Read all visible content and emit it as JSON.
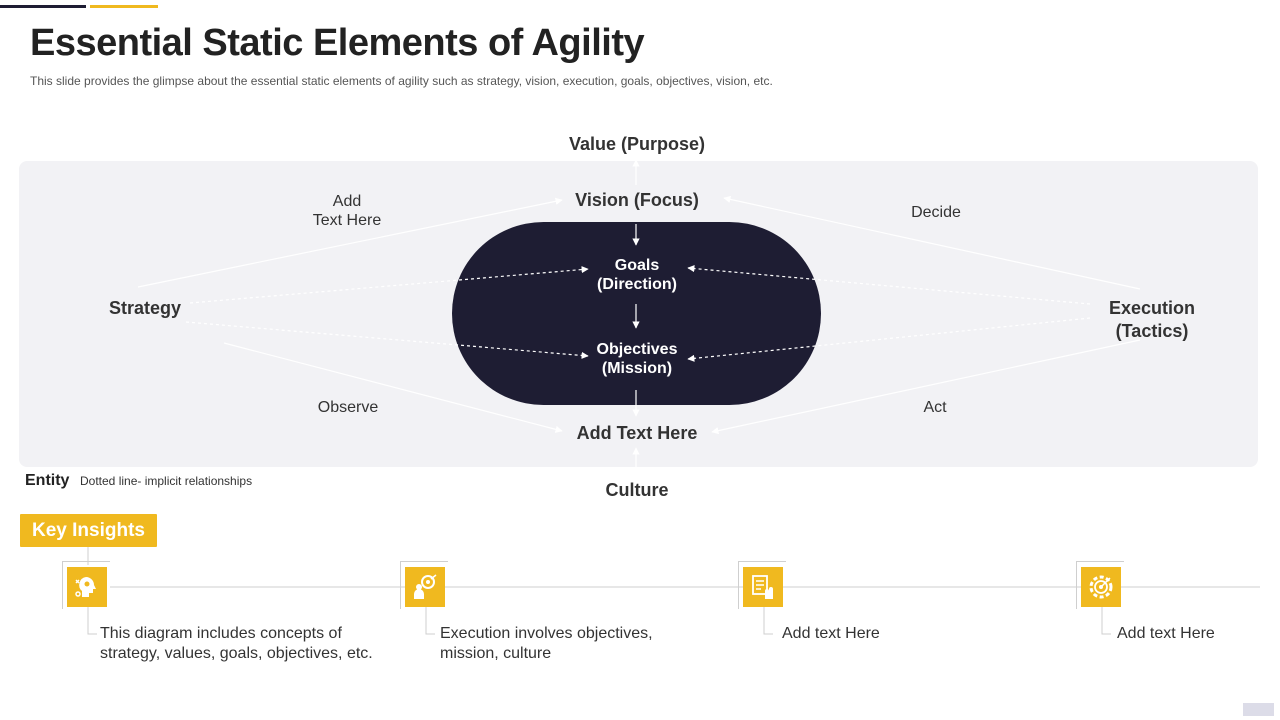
{
  "header": {
    "title": "Essential Static Elements of Agility",
    "subtitle": "This slide provides the glimpse about the essential static elements of agility such as strategy, vision, execution, goals, objectives, vision, etc."
  },
  "diagram": {
    "value_purpose": "Value (Purpose)",
    "vision_focus": "Vision (Focus)",
    "goals_line1": "Goals",
    "goals_line2": "(Direction)",
    "objectives_line1": "Objectives",
    "objectives_line2": "(Mission)",
    "add_text_here": "Add Text Here",
    "culture": "Culture",
    "strategy": "Strategy",
    "execution_line1": "Execution",
    "execution_line2": "(Tactics)",
    "label_add_line1": "Add",
    "label_add_line2": "Text Here",
    "label_decide": "Decide",
    "label_observe": "Observe",
    "label_act": "Act"
  },
  "legend": {
    "entity": "Entity",
    "description": "Dotted line- implicit relationships"
  },
  "insights": {
    "button_label": "Key Insights",
    "items": [
      {
        "icon": "strategy-head-icon",
        "line1": "This diagram includes concepts of",
        "line2": "strategy, values, goals, objectives, etc."
      },
      {
        "icon": "target-person-icon",
        "line1": "Execution involves objectives,",
        "line2": "mission, culture"
      },
      {
        "icon": "checklist-hand-icon",
        "line1": "Add text Here",
        "line2": ""
      },
      {
        "icon": "target-gear-icon",
        "line1": "Add text Here",
        "line2": ""
      }
    ]
  },
  "colors": {
    "accent": "#f0b91f",
    "dark": "#1e1d33",
    "panel": "#f2f2f5"
  }
}
